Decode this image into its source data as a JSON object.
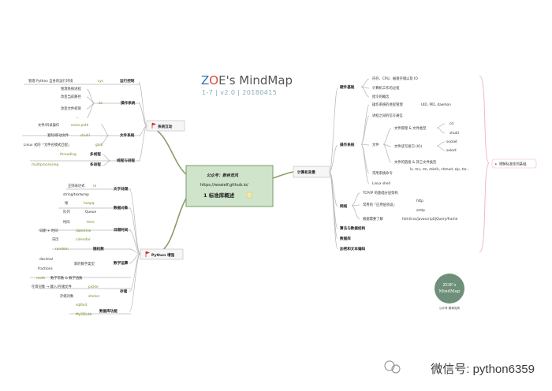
{
  "title": {
    "z": "Z",
    "o": "O",
    "e": "E",
    "rest": "'s MindMap"
  },
  "subtitle": "1-7  |  v2.0  |  20180415",
  "center": {
    "line1": "公众号：数林觅风",
    "line2": "https://woaielf.github.io/",
    "line3": "1  标准库概述"
  },
  "branches": {
    "sys_interact": "系统互动",
    "python_enhance": "Python 增强",
    "cs_background": "计算机背景"
  },
  "right_note": "理解标准库的基础",
  "logo": {
    "line1": "ZOE's",
    "line2": "MindMap",
    "caption": "公众号  数林觅风"
  },
  "watermark": "微信号: python6359",
  "left_top": {
    "rows": [
      {
        "id": "t1",
        "note": "管理 Python 自身的运行环境",
        "mod": "sys",
        "cat": "运行控制"
      },
      {
        "id": "t2",
        "note": "管理系统进程",
        "mod": "",
        "cat": ""
      },
      {
        "id": "t3",
        "note": "改变当前路径",
        "mod": "",
        "cat": ""
      },
      {
        "id": "t4",
        "note": "改变文件权限",
        "mod": "os",
        "cat": "操作系统"
      },
      {
        "id": "t5",
        "note": "...",
        "mod": "",
        "cat": ""
      },
      {
        "id": "t6",
        "note": "文件/目录操作",
        "mod": "os/os.path",
        "cat": ""
      },
      {
        "id": "t7",
        "note": "复制/移动文件",
        "mod": "shutil",
        "cat": "文件系统"
      },
      {
        "id": "t8",
        "note": "Linux 式的「文件名模式匹配」",
        "mod": "glob",
        "cat": ""
      },
      {
        "id": "t9",
        "note": "",
        "mod": "threading",
        "cat": "多线程"
      },
      {
        "id": "t10",
        "note": "",
        "mod": "multiprocessing",
        "cat": "多进程"
      },
      {
        "id": "t11",
        "note": "",
        "mod": "",
        "cat": "线程与进程"
      }
    ]
  },
  "left_bottom": {
    "rows": [
      {
        "id": "b1",
        "note": "正则表达式",
        "mod": "re",
        "cat": "文字处理"
      },
      {
        "id": "b2",
        "note": "",
        "mod": "string/textwrap",
        "cat": ""
      },
      {
        "id": "b3",
        "note": "堆",
        "mod": "heapq",
        "cat": "数据对象"
      },
      {
        "id": "b4",
        "note": "队列",
        "mod": "Queue",
        "cat": ""
      },
      {
        "id": "b5",
        "note": "时间",
        "mod": "time",
        "cat": ""
      },
      {
        "id": "b6",
        "note": "日期 + 时间",
        "mod": "datetime",
        "cat": "日期时间"
      },
      {
        "id": "b7",
        "note": "日历",
        "mod": "calendar",
        "cat": ""
      },
      {
        "id": "b8",
        "note": "",
        "mod": "random",
        "cat": "随机数"
      },
      {
        "id": "b9",
        "note": "decimal",
        "mod": "",
        "cat": ""
      },
      {
        "id": "b10",
        "note": "新的数字类型",
        "mod": "",
        "cat": "数学运算"
      },
      {
        "id": "b11",
        "note": "fractions",
        "mod": "",
        "cat": ""
      },
      {
        "id": "b12",
        "note": "数学常数 & 数学函数",
        "mod": "math",
        "cat": ""
      },
      {
        "id": "b13",
        "note": "任意对象 → 输入/存储文件",
        "mod": "pickle",
        "cat": "存储"
      },
      {
        "id": "b14",
        "note": "存储对象",
        "mod": "shelve",
        "cat": ""
      },
      {
        "id": "b15",
        "note": "",
        "mod": "sqlite3",
        "cat": ""
      },
      {
        "id": "b16",
        "note": "",
        "mod": "MySQLdb",
        "cat": "数据库功能"
      }
    ]
  },
  "right_side": {
    "computer_principle": "硬件基础",
    "hw_items": [
      "内存、CPU、磁盘存储以及 IO",
      "计算机工作的过程",
      "指令的概念"
    ],
    "os_label": "操作系统",
    "os_items": [
      "操作系统的进程管理",
      "进程之间的信号通信",
      "文件",
      "常用系统命令",
      "Linux shell"
    ],
    "pid_note": "UID, PID, daemon",
    "file_items": [
      "文件管理 & 文件类型",
      "文件读写接口 (IO)",
      "文件的链接 & 其它文件类型"
    ],
    "file_sub": [
      "cd",
      "shutil",
      "socket",
      "select"
    ],
    "cmd_note": "ls, mv, rm, mkdir,\nchmod, zip, tar...",
    "net_label": "网络",
    "net_items": [
      "TCP/IP 的基础分层架构",
      "常用的「应用层协议」",
      "根据需要了解"
    ],
    "net_sub": [
      "http",
      "smtp",
      "html/css/javascript/jQuery/frame"
    ],
    "algo": "算法与数据结构",
    "db": "数据库",
    "encoding": "加密和文本编码"
  }
}
